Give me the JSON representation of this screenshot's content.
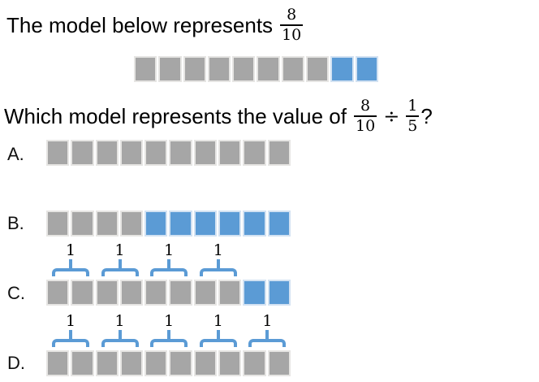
{
  "colors": {
    "gray": "#a6a6a6",
    "blue": "#5b9bd5",
    "gray_border": "#e6e5e3",
    "blue_border": "#d3e2f2",
    "bracket": "#5b9bd5",
    "text": "#000000"
  },
  "title": {
    "prefix": "The model below represents",
    "fraction": {
      "numerator": "8",
      "denominator": "10"
    }
  },
  "intro_model": {
    "cells": [
      "gray",
      "gray",
      "gray",
      "gray",
      "gray",
      "gray",
      "gray",
      "gray",
      "blue",
      "blue"
    ]
  },
  "question": {
    "prefix": "Which model represents the value of",
    "fraction1": {
      "numerator": "8",
      "denominator": "10"
    },
    "operator": "÷",
    "fraction2": {
      "numerator": "1",
      "denominator": "5"
    },
    "suffix": "?"
  },
  "options": [
    {
      "label": "A.",
      "cells": [
        "gray",
        "gray",
        "gray",
        "gray",
        "gray",
        "gray",
        "gray",
        "gray",
        "gray",
        "gray"
      ],
      "brackets": {
        "count": 0,
        "label": ""
      }
    },
    {
      "label": "B.",
      "cells": [
        "gray",
        "gray",
        "gray",
        "gray",
        "blue",
        "blue",
        "blue",
        "blue",
        "blue",
        "blue"
      ],
      "brackets": {
        "count": 0,
        "label": ""
      }
    },
    {
      "label": "C.",
      "cells": [
        "gray",
        "gray",
        "gray",
        "gray",
        "gray",
        "gray",
        "gray",
        "gray",
        "blue",
        "blue"
      ],
      "brackets": {
        "count": 4,
        "label": "1"
      }
    },
    {
      "label": "D.",
      "cells": [
        "gray",
        "gray",
        "gray",
        "gray",
        "gray",
        "gray",
        "gray",
        "gray",
        "gray",
        "gray"
      ],
      "brackets": {
        "count": 5,
        "label": "1"
      }
    }
  ]
}
